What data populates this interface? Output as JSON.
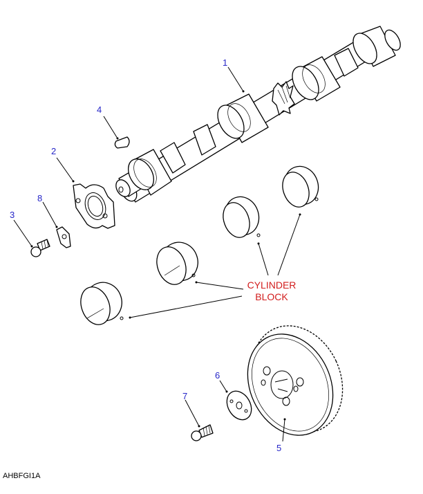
{
  "diagram": {
    "title_ref": "AHBFGI1A",
    "callout_color": "#2626c8",
    "note_color": "#d21c1c",
    "callouts": [
      {
        "id": "1",
        "label": "1",
        "part": "camshaft"
      },
      {
        "id": "2",
        "label": "2",
        "part": "thrust-plate"
      },
      {
        "id": "3",
        "label": "3",
        "part": "bolt"
      },
      {
        "id": "4",
        "label": "4",
        "part": "woodruff-key"
      },
      {
        "id": "5",
        "label": "5",
        "part": "camshaft-sprocket"
      },
      {
        "id": "6",
        "label": "6",
        "part": "washer"
      },
      {
        "id": "7",
        "label": "7",
        "part": "bolt"
      },
      {
        "id": "8",
        "label": "8",
        "part": "lock-tab"
      }
    ],
    "note": {
      "line1": "CYLINDER",
      "line2": "BLOCK"
    }
  }
}
